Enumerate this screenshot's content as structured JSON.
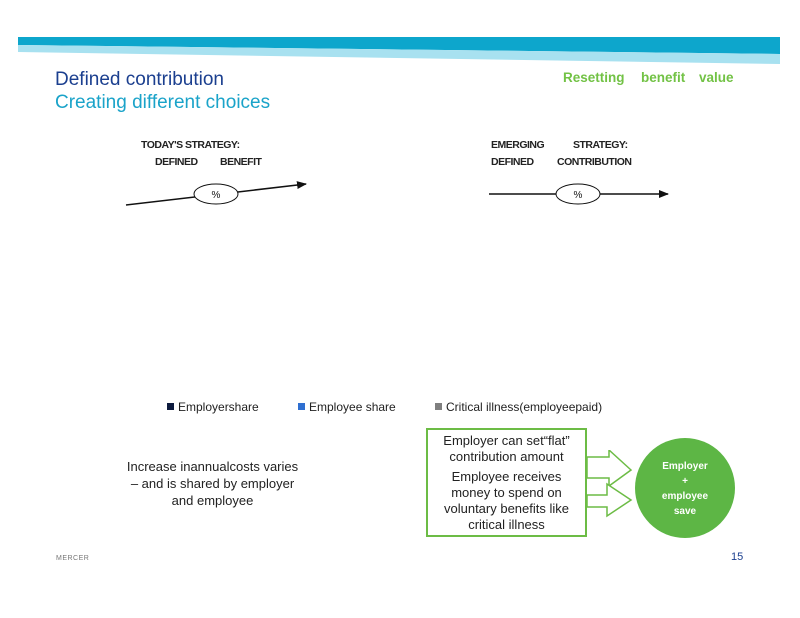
{
  "header": {
    "title": "Defined contribution",
    "subtitle": "Creating different choices",
    "tagline_words": [
      "Resetting",
      "benefit",
      "value"
    ]
  },
  "strategies": {
    "today": {
      "line1": "TODAY'S STRATEGY:",
      "line2a": "DEFINED",
      "line2b": "BENEFIT",
      "marker": "%"
    },
    "emerging": {
      "line1a": "EMERGING",
      "line1b": "STRATEGY:",
      "line2a": "DEFINED",
      "line2b": "CONTRIBUTION",
      "marker": "%"
    }
  },
  "legend": {
    "items": [
      {
        "label": "Employershare",
        "color": "#0d1b3e"
      },
      {
        "label": "Employee share",
        "color": "#2f6fd1"
      },
      {
        "label": "Critical illness(employeepaid)",
        "color": "#7f7f7f"
      }
    ]
  },
  "description": {
    "line1": "Increase inannualcosts varies",
    "line2": "– and is shared by employer",
    "line3": "and employee"
  },
  "callout": {
    "line1": "Employer can set“flat”",
    "line2": "contribution amount",
    "line3": "Employee receives",
    "line4": "money to spend on",
    "line5": "voluntary benefits like",
    "line6": "critical illness"
  },
  "savings_circle": {
    "line1": "Employer",
    "line2": "+",
    "line3": "employee",
    "line4": "save"
  },
  "footer": {
    "logo_text": "MERCER",
    "page_number": "15"
  },
  "colors": {
    "banner_dark": "#0da6cc",
    "banner_light": "#a8e1f0",
    "title_blue": "#1b3f8f",
    "subtitle_teal": "#1aa3c9",
    "accent_green": "#6cbc45"
  }
}
